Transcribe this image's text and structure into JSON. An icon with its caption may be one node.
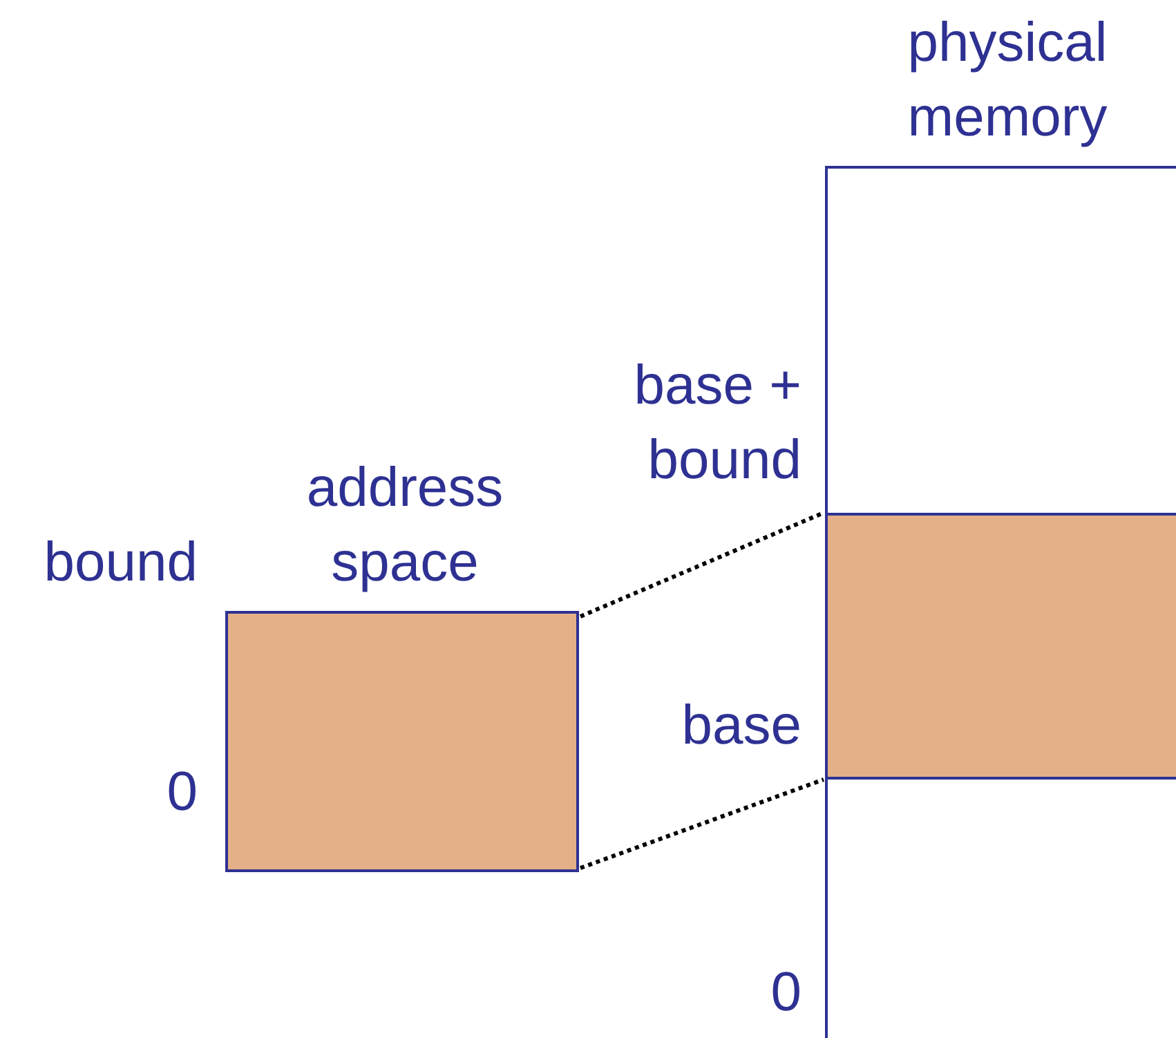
{
  "diagram": {
    "nodes": [
      {
        "text": [
          "address space"
        ]
      },
      {
        "text": [
          "physical memory"
        ]
      },
      {
        "text": [],
        "shape": "box",
        "in": 1
      }
    ],
    "edges": [
      {
        "from": 0,
        "to": 2,
        "arrow": "none",
        "style": "dashed"
      },
      {
        "from": 0,
        "to": 2,
        "arrow": "none",
        "style": "dashed"
      }
    ],
    "labels": [
      "bound",
      "0",
      "base + bound",
      "base",
      "0"
    ]
  }
}
